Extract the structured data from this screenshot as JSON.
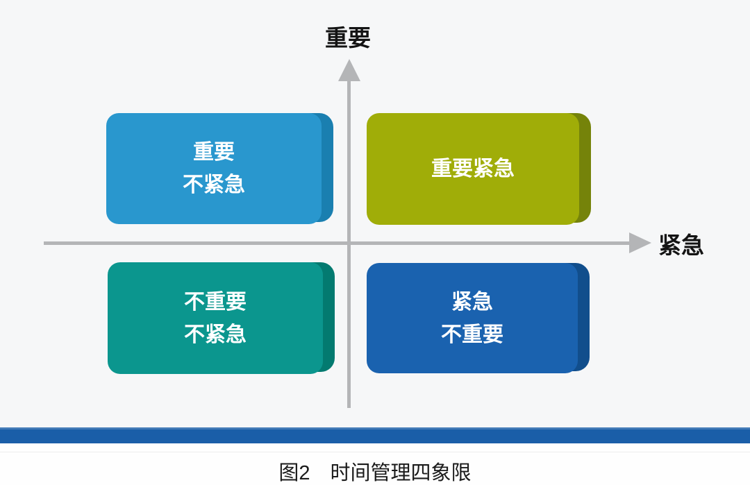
{
  "figure": {
    "background": "#F6F7F8",
    "axes": {
      "color": "#B4B5B7",
      "y_label": "重要",
      "x_label": "紧急",
      "label_color": "#141414"
    },
    "quadrants": [
      {
        "position": "top-left",
        "lines": [
          "重要",
          "不紧急"
        ],
        "face_color": "#2997CE",
        "side_color": "#1A7FB0"
      },
      {
        "position": "top-right",
        "lines": [
          "重要紧急"
        ],
        "face_color": "#A0AD08",
        "side_color": "#75830A"
      },
      {
        "position": "bottom-left",
        "lines": [
          "不重要",
          "不紧急"
        ],
        "face_color": "#0B968E",
        "side_color": "#037A70"
      },
      {
        "position": "bottom-right",
        "lines": [
          "紧急",
          "不重要"
        ],
        "face_color": "#1A62AF",
        "side_color": "#114E8C"
      }
    ],
    "quadrant_text_color": "#FFFFFF",
    "bottom_bar_color": "#1A5EA8",
    "caption": "图2　时间管理四象限",
    "caption_color": "#1A1A1A"
  }
}
